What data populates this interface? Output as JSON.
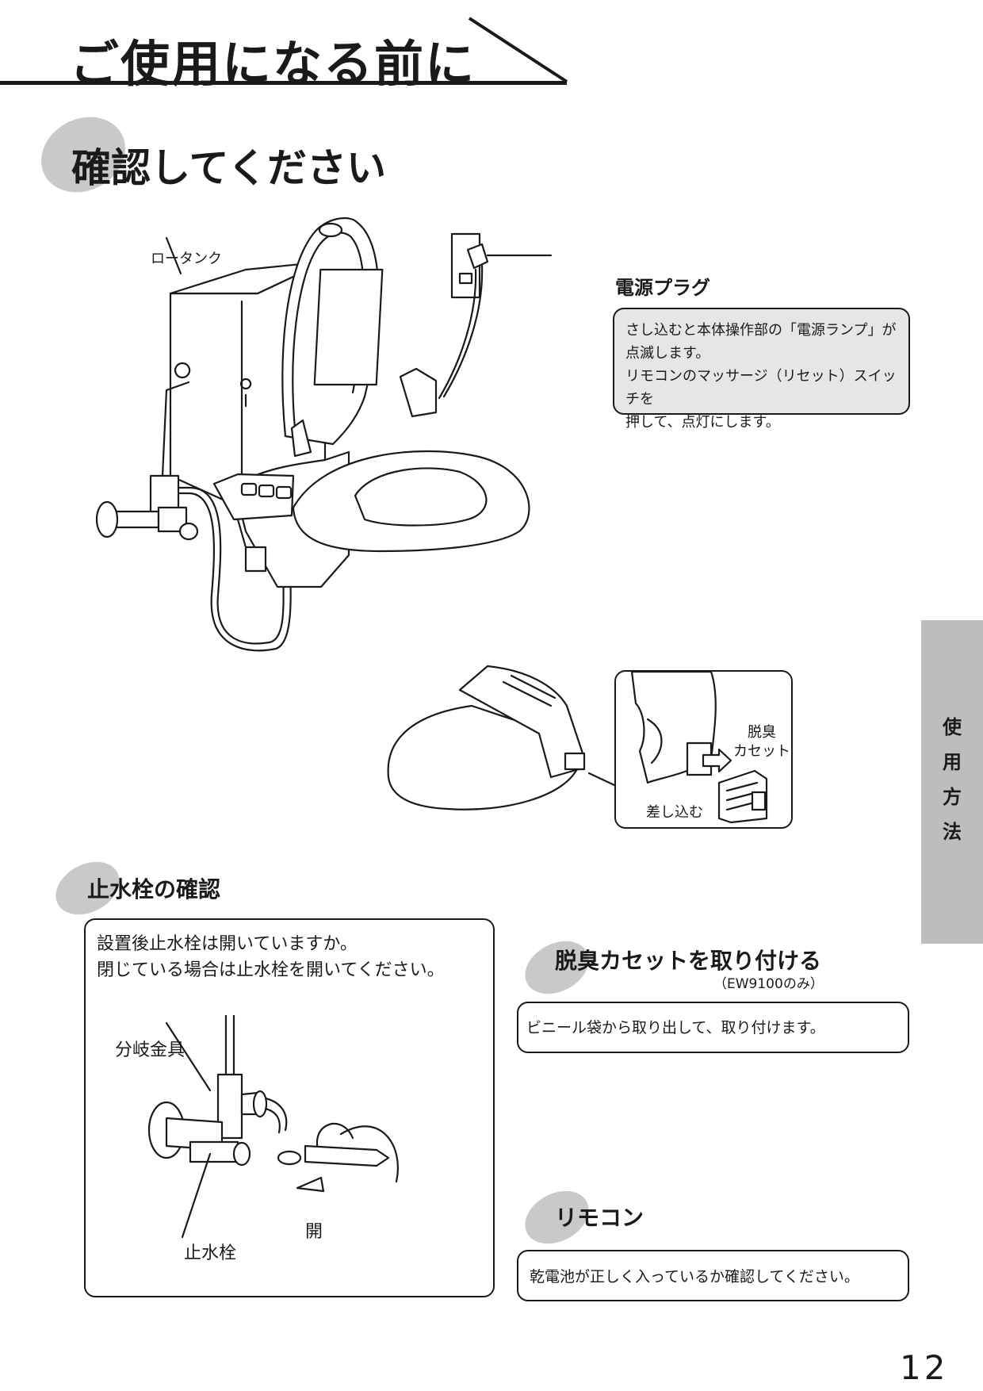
{
  "header": {
    "title": "ご使用になる前に"
  },
  "section_confirm": {
    "title": "確認してください"
  },
  "toilet_figure": {
    "low_tank_label": "ロータンク",
    "power_plug_label": "電源プラグ",
    "power_plug_note_lines": [
      "さし込むと本体操作部の「電源ランプ」が",
      "点滅します。",
      "リモコンのマッサージ（リセット）スイッチを",
      "押して、点灯にします。"
    ]
  },
  "deodorizer_figure": {
    "cassette_label_lines": [
      "脱臭",
      "カセット"
    ],
    "insert_label": "差し込む"
  },
  "side_tab": {
    "chars": [
      "使",
      "用",
      "方",
      "法"
    ]
  },
  "valve_section": {
    "title": "止水栓の確認",
    "text_lines": [
      "設置後止水栓は開いていますか。",
      "閉じている場合は止水栓を開いてください。"
    ],
    "branch_fitting_label": "分岐金具",
    "stop_valve_label": "止水栓",
    "open_label": "開"
  },
  "deo_section": {
    "title": "脱臭カセットを取り付ける",
    "note": "（EW9100のみ）",
    "text": "ビニール袋から取り出して、取り付けます。"
  },
  "remote_section": {
    "title": "リモコン",
    "text": "乾電池が正しく入っているか確認してください。"
  },
  "page": {
    "number": "12"
  },
  "colors": {
    "blob": "#c9c9c9",
    "side_tab": "#bdbdbd",
    "note_box": "#e6e6e6",
    "ink": "#1a1a1a"
  }
}
